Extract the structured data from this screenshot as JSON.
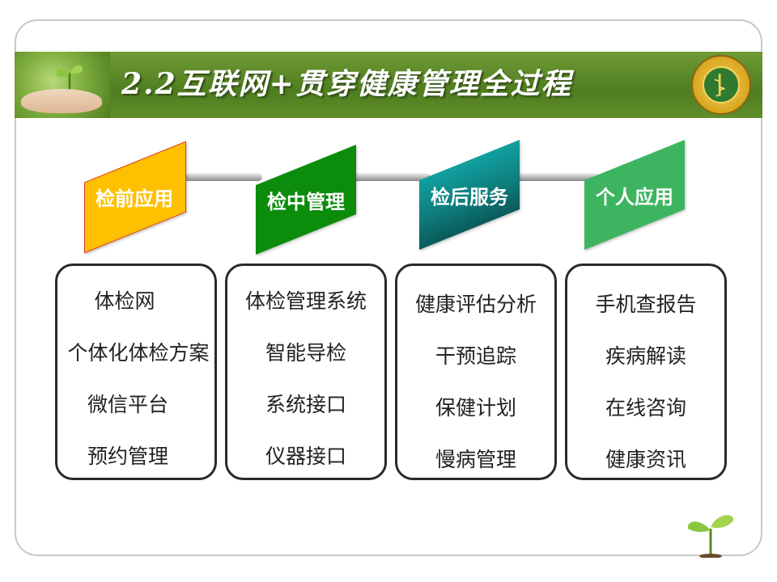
{
  "header": {
    "title": "2.2互联网+贯穿健康管理全过程"
  },
  "stages": [
    {
      "label": "检前应用",
      "color": "#ffc000",
      "border": "#e0362c"
    },
    {
      "label": "检中管理",
      "color": "#0b8c0b",
      "border": "#0b8c0b"
    },
    {
      "label": "检后服务",
      "color": "#0e8a8a",
      "border": "#0e8a8a"
    },
    {
      "label": "个人应用",
      "color": "#3db560",
      "border": "#3db560"
    }
  ],
  "cards": [
    {
      "items": [
        "体检网",
        "个体化体检方案",
        "微信平台",
        "预约管理"
      ]
    },
    {
      "items": [
        "体检管理系统",
        "智能导检",
        "系统接口",
        "仪器接口"
      ]
    },
    {
      "items": [
        "健康评估分析",
        "干预追踪",
        "保健计划",
        "慢病管理"
      ]
    },
    {
      "items": [
        "手机查报告",
        "疾病解读",
        "在线咨询",
        "健康资讯"
      ]
    }
  ],
  "icons": {
    "header_photo": "seedling-in-hand-icon",
    "emblem": "hospital-emblem-icon",
    "decoration": "sprout-icon"
  }
}
